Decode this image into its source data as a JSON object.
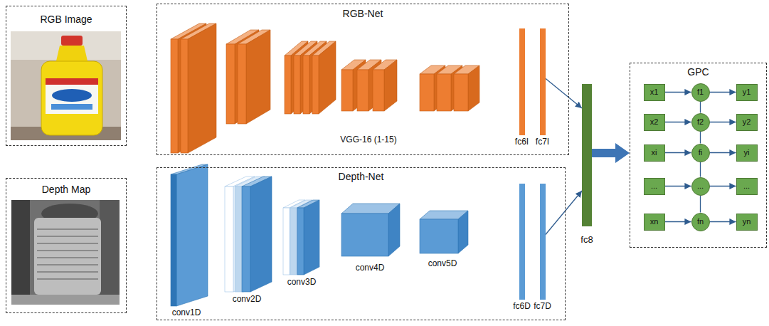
{
  "diagram": {
    "nodes": [
      {
        "text": [
          "RGB Image"
        ]
      },
      {
        "text": [
          "RGB-Net"
        ]
      },
      {
        "text": [
          "fc6I"
        ],
        "in": 1
      },
      {
        "text": [
          "fc7I"
        ],
        "in": 1
      },
      {
        "text": [
          "Depth Map"
        ]
      },
      {
        "text": [
          "Depth-Net"
        ]
      },
      {
        "text": [
          "fc6D"
        ],
        "in": 5
      },
      {
        "text": [
          "fc7D"
        ],
        "in": 5
      },
      {
        "text": [
          "fc8"
        ]
      },
      {
        "text": [
          "GPC"
        ]
      },
      {
        "text": [
          "x1"
        ],
        "in": 9
      },
      {
        "text": [
          "f1"
        ],
        "in": 9
      },
      {
        "text": [
          "y1"
        ],
        "in": 9
      },
      {
        "text": [
          "x2"
        ],
        "in": 9
      },
      {
        "text": [
          "f2"
        ],
        "in": 9
      },
      {
        "text": [
          "y2"
        ],
        "in": 9
      },
      {
        "text": [
          "xi"
        ],
        "in": 9
      },
      {
        "text": [
          "fi"
        ],
        "in": 9
      },
      {
        "text": [
          "yi"
        ],
        "in": 9
      },
      {
        "text": [
          "..."
        ],
        "in": 9
      },
      {
        "text": [
          "..."
        ],
        "in": 9
      },
      {
        "text": [
          "..."
        ],
        "in": 9
      },
      {
        "text": [
          "xn"
        ],
        "in": 9
      },
      {
        "text": [
          "fn"
        ],
        "in": 9
      },
      {
        "text": [
          "yn"
        ],
        "in": 9
      }
    ],
    "edges": [
      {
        "from": 3,
        "to": 8,
        "arrow": "to"
      },
      {
        "from": 7,
        "to": 8,
        "arrow": "to"
      },
      {
        "from": 8,
        "to": 9,
        "arrow": "to"
      },
      {
        "from": 10,
        "to": 11,
        "arrow": "to"
      },
      {
        "from": 11,
        "to": 12,
        "arrow": "to"
      },
      {
        "from": 13,
        "to": 14,
        "arrow": "to"
      },
      {
        "from": 14,
        "to": 15,
        "arrow": "to"
      },
      {
        "from": 16,
        "to": 17,
        "arrow": "to"
      },
      {
        "from": 17,
        "to": 18,
        "arrow": "to"
      },
      {
        "from": 19,
        "to": 20,
        "arrow": "to"
      },
      {
        "from": 20,
        "to": 21,
        "arrow": "to"
      },
      {
        "from": 22,
        "to": 23,
        "arrow": "to"
      },
      {
        "from": 23,
        "to": 24,
        "arrow": "to"
      },
      {
        "from": 11,
        "to": 14,
        "arrow": "none"
      },
      {
        "from": 14,
        "to": 17,
        "arrow": "none"
      },
      {
        "from": 17,
        "to": 20,
        "arrow": "none"
      },
      {
        "from": 20,
        "to": 23,
        "arrow": "none"
      }
    ],
    "labels": [
      "VGG-16 (1-15)",
      "conv1D",
      "conv2D",
      "conv3D",
      "conv4D",
      "conv5D"
    ]
  }
}
